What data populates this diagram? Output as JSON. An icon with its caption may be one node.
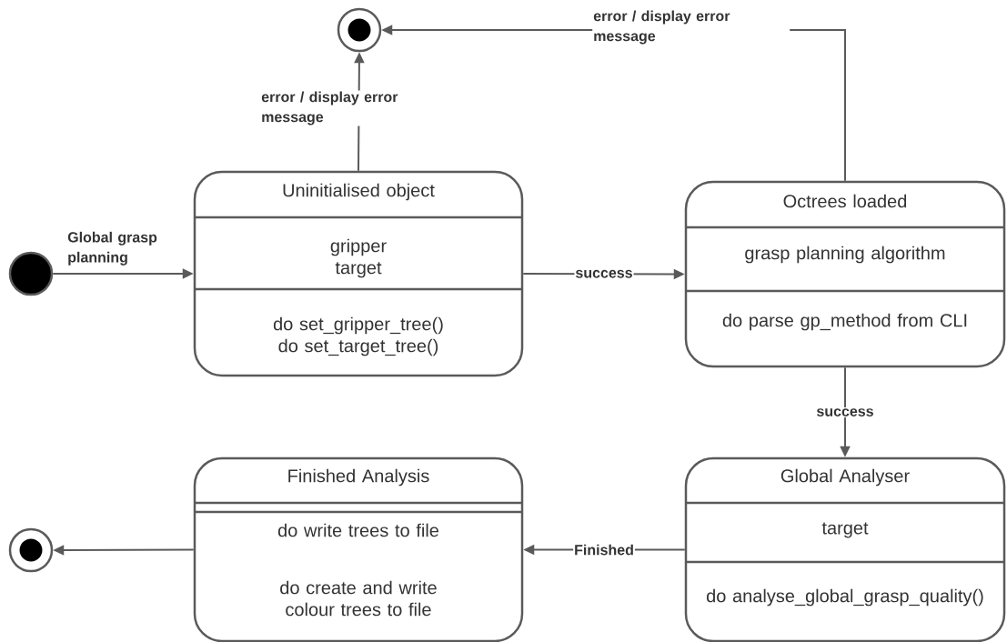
{
  "diagram": {
    "nodes": [
      {
        "text": [],
        "shape": "circle"
      },
      {
        "text": [],
        "shape": "circle"
      },
      {
        "text": [
          "Uninitialised object",
          "gripper target",
          "do set_gripper_tree() do set_target_tree()"
        ]
      },
      {
        "text": [
          "Octrees loaded",
          "grasp planning algorithm",
          "do parse gp_method from CLI"
        ]
      },
      {
        "text": [
          "Finished Analysis",
          "do write trees to file",
          "do create and write colour trees to file"
        ]
      },
      {
        "text": [
          "Global Analyser",
          "target",
          "do analyse_global_grasp_quality()"
        ]
      },
      {
        "text": [],
        "shape": "circle"
      }
    ],
    "edges": [
      {
        "from": 1,
        "to": 2,
        "arrow": "to",
        "label": "Global grasp planning"
      },
      {
        "from": 2,
        "to": 0,
        "arrow": "to",
        "label": "error / display error message"
      },
      {
        "from": 3,
        "to": 0,
        "arrow": "to",
        "label": "error / display error message"
      },
      {
        "from": 2,
        "to": 3,
        "arrow": "to",
        "label": "success"
      },
      {
        "from": 3,
        "to": 5,
        "arrow": "to",
        "label": "success"
      },
      {
        "from": 5,
        "to": 4,
        "arrow": "to",
        "label": "Finished"
      },
      {
        "from": 4,
        "to": 6,
        "arrow": "to"
      }
    ]
  }
}
